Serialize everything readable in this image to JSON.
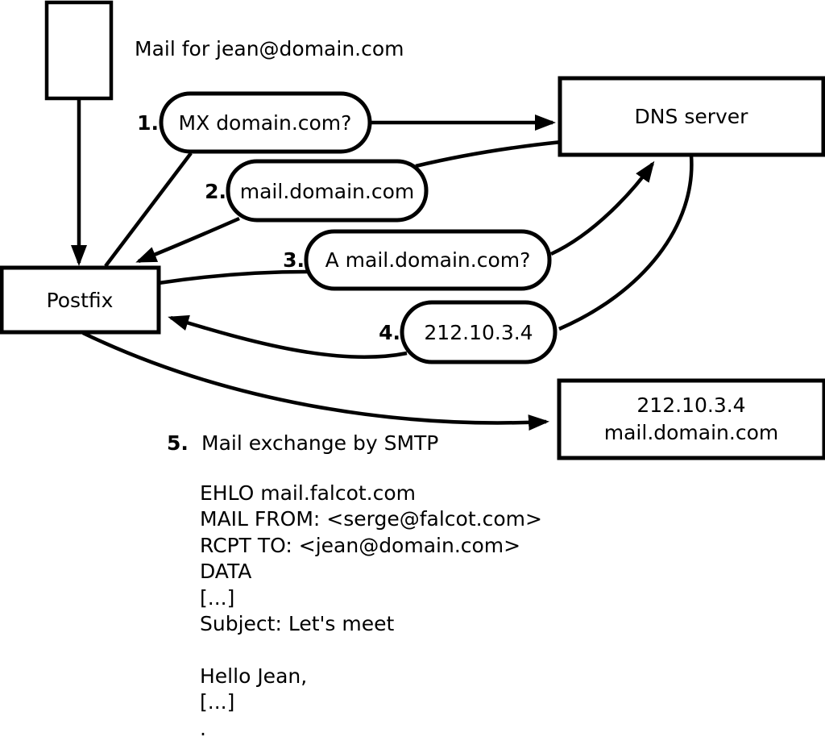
{
  "diagram": {
    "title": "Mail for jean@domain.com",
    "nodes": {
      "postfix": {
        "label": "Postfix"
      },
      "dns_server": {
        "label": "DNS server"
      },
      "mail_server": {
        "line1": "212.10.3.4",
        "line2": "mail.domain.com"
      }
    },
    "steps": [
      {
        "number": "1.",
        "label": "MX domain.com?"
      },
      {
        "number": "2.",
        "label": "mail.domain.com"
      },
      {
        "number": "3.",
        "label": "A mail.domain.com?"
      },
      {
        "number": "4.",
        "label": "212.10.3.4"
      },
      {
        "number": "5.",
        "label": "Mail exchange by SMTP"
      }
    ],
    "smtp_session": {
      "lines": [
        "EHLO mail.falcot.com",
        "MAIL FROM: <serge@falcot.com>",
        "RCPT TO: <jean@domain.com>",
        "DATA",
        "[...]",
        "Subject: Let's meet",
        "",
        "Hello Jean,",
        "[...]",
        "."
      ]
    }
  },
  "colors": {
    "stroke": "#000000",
    "background": "#ffffff",
    "node_fill": "#ffffff"
  }
}
